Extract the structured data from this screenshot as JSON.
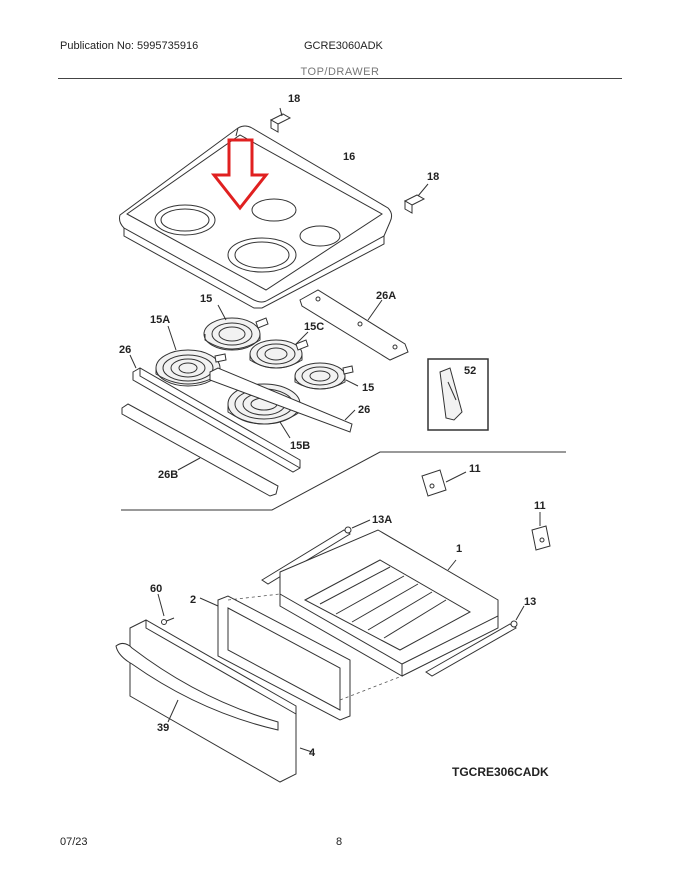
{
  "header": {
    "publication": "Publication No: 5995735916",
    "model": "GCRE3060ADK",
    "section": "TOP/DRAWER"
  },
  "callouts": {
    "c18a": "18",
    "c16": "16",
    "c18b": "18",
    "c15": "15",
    "c26a": "26A",
    "c15a": "15A",
    "c15c": "15C",
    "c26l": "26",
    "c52": "52",
    "c15r": "15",
    "c26r": "26",
    "c15b": "15B",
    "c26b": "26B",
    "c11a": "11",
    "c11b": "11",
    "c13a": "13A",
    "c1": "1",
    "c60": "60",
    "c2": "2",
    "c13": "13",
    "c39": "39",
    "c4": "4"
  },
  "diagram_code": "TGCRE306CADK",
  "footer": {
    "date": "07/23",
    "page": "8"
  },
  "colors": {
    "arrow": "#e02020",
    "line": "#333333"
  }
}
